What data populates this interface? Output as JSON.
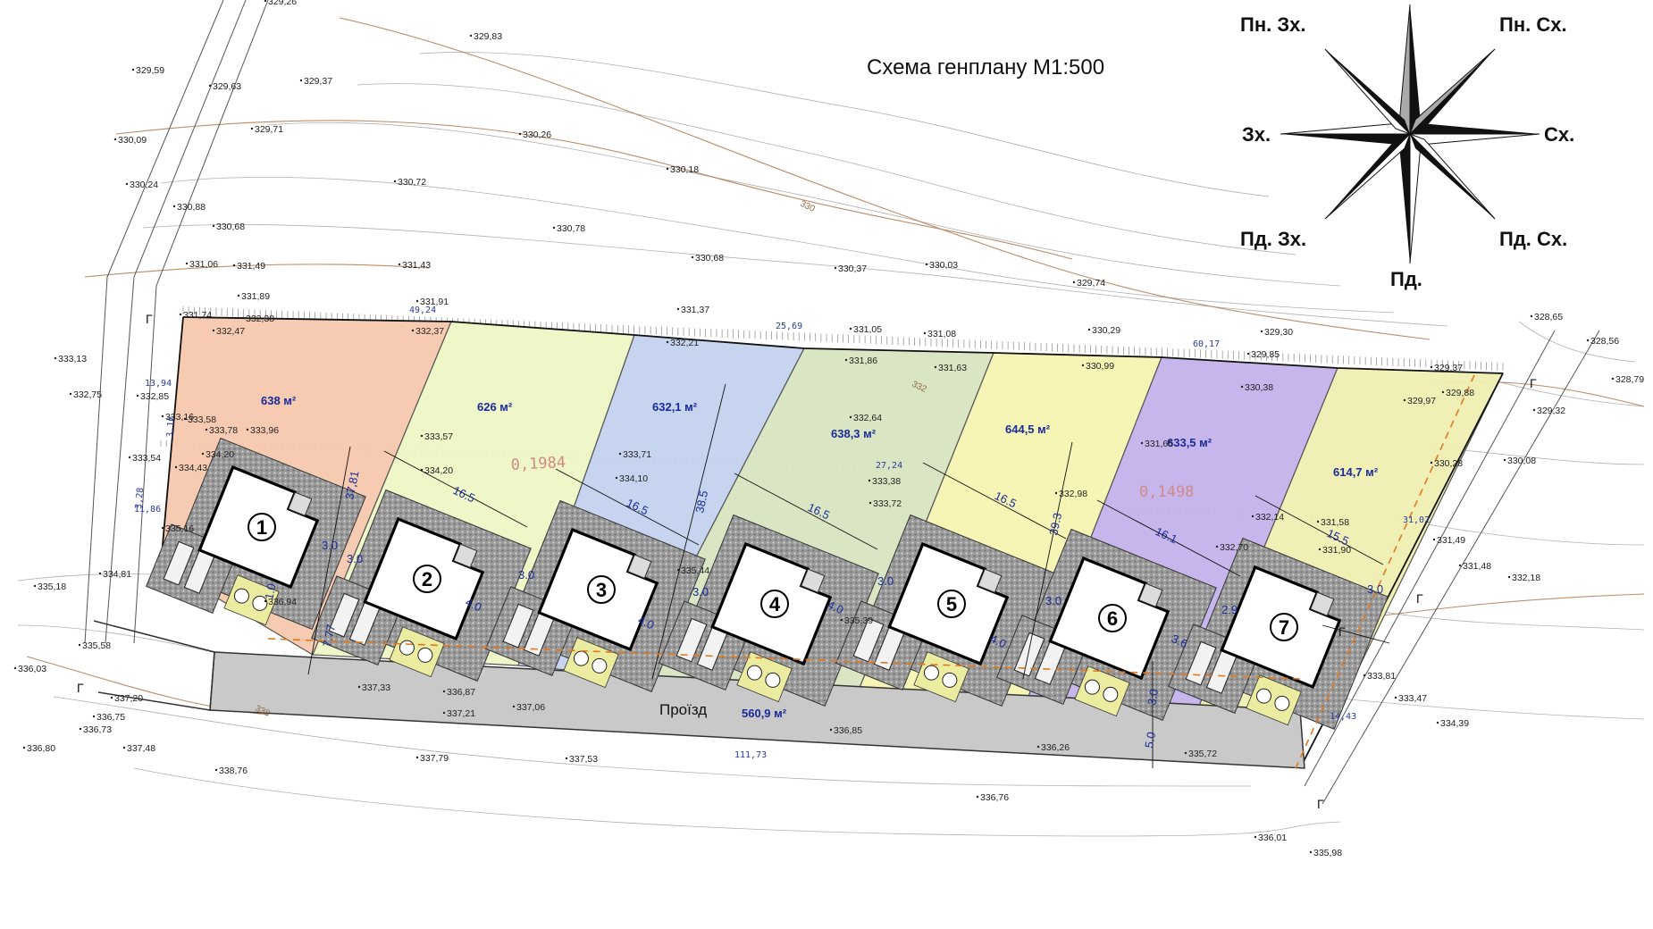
{
  "title": "Схема генплану М1:500",
  "compass": {
    "nw": "Пн. Зх.",
    "ne": "Пн. Сх.",
    "w": "Зх.",
    "e": "Сх.",
    "sw": "Пд. Зх.",
    "se": "Пд. Сх.",
    "s": "Пд."
  },
  "plots": [
    {
      "num": "1",
      "area": "638 м²",
      "color": "#f6c8ae"
    },
    {
      "num": "2",
      "area": "626 м²",
      "color": "#eef5c4"
    },
    {
      "num": "3",
      "area": "632,1 м²",
      "color": "#c3d2ef"
    },
    {
      "num": "4",
      "area": "638,3 м²",
      "color": "#d8e5c0"
    },
    {
      "num": "5",
      "area": "644,5 м²",
      "color": "#f6f4b2"
    },
    {
      "num": "6",
      "area": "633,5 м²",
      "color": "#c3b2ea"
    },
    {
      "num": "7",
      "area": "614,7 м²",
      "color": "#efefb2"
    }
  ],
  "road": {
    "label": "Проїзд",
    "area": "560,9 м²",
    "color": "#c9c9c9"
  },
  "slopes": [
    "0,1984",
    "0,1498"
  ],
  "frontage_dims": [
    "16.5",
    "16.5",
    "16.5",
    "16.5",
    "16.1",
    "15.5"
  ],
  "depth_dims": [
    "37,81",
    "38.5",
    "39.3"
  ],
  "setback_dims": [
    "3.0",
    "3.0",
    "3.0",
    "3.0",
    "3.0",
    "3.0",
    "2.9",
    "3.0",
    "1.0",
    "7.77",
    "4.0",
    "4.0",
    "4.0",
    "4.0",
    "3.6",
    "3.0",
    "5.0"
  ],
  "g_letters": [
    "Г",
    "Г",
    "Г",
    "Г",
    "Г",
    "Г"
  ],
  "blue_dims": [
    "13,94",
    "11,86",
    "3,28",
    "3,16",
    "49,24",
    "25,69",
    "27,24",
    "60,17",
    "31,02",
    "14,43",
    "111,73"
  ],
  "contour_labels": [
    "330",
    "332",
    "338"
  ],
  "elevations": [
    "329,26",
    "329,83",
    "329,59",
    "329,37",
    "329,63",
    "329,71",
    "330,26",
    "330,09",
    "330,18",
    "330,24",
    "330,72",
    "330,88",
    "330,68",
    "330,78",
    "331,06",
    "331,49",
    "331,43",
    "330,68",
    "330,37",
    "330,03",
    "329,74",
    "331,89",
    "331,91",
    "331,37",
    "331,74",
    "332,38",
    "331,05",
    "331,08",
    "330,29",
    "329,30",
    "328,65",
    "328,56",
    "328,79",
    "329,85",
    "329,37",
    "329,88",
    "329,32",
    "333,13",
    "332,75",
    "332,85",
    "332,47",
    "331,86",
    "331,63",
    "330,99",
    "330,38",
    "329,97",
    "333,58",
    "333,78",
    "333,96",
    "333,57",
    "332,64",
    "333,16",
    "333,54",
    "334,20",
    "334,43",
    "333,71",
    "334,20",
    "334,10",
    "333,38",
    "333,72",
    "332,98",
    "331,65",
    "332,14",
    "330,28",
    "330,08",
    "331,58",
    "331,49",
    "331,48",
    "332,18",
    "335,16",
    "332,70",
    "331,90",
    "334,81",
    "335,18",
    "336,94",
    "335,44",
    "335,39",
    "335,58",
    "336,03",
    "337,20",
    "337,33",
    "336,87",
    "337,21",
    "337,06",
    "336,73",
    "336,75",
    "336,80",
    "337,48",
    "338,76",
    "337,79",
    "337,53",
    "336,85",
    "336,26",
    "335,72",
    "336,76",
    "336,01",
    "335,98",
    "333,81",
    "333,47",
    "334,39",
    "332,21",
    "332,37"
  ]
}
